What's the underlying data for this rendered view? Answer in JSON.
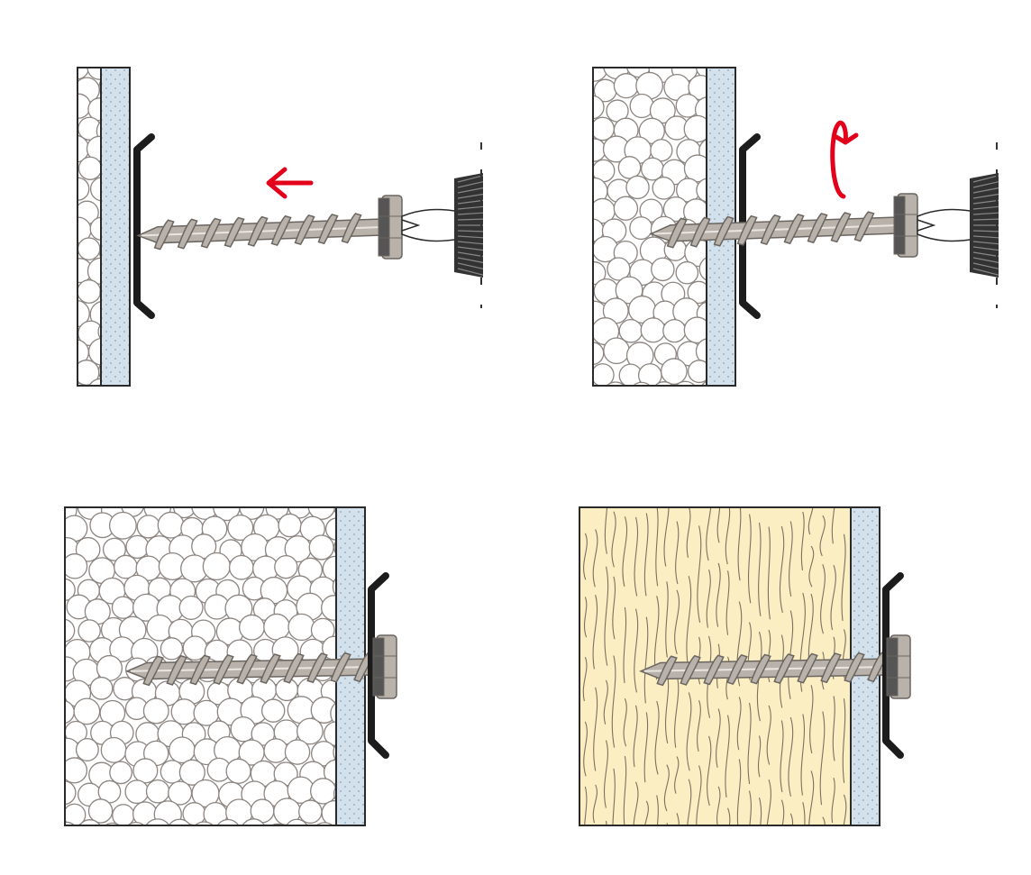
{
  "figure": {
    "panels": [
      {
        "id": "step-1",
        "substrate": "insulation",
        "fill": "#ffffff",
        "pattern": "circles",
        "motion": "push-left"
      },
      {
        "id": "step-2",
        "substrate": "insulation",
        "fill": "#ffffff",
        "pattern": "circles",
        "motion": "rotate"
      },
      {
        "id": "step-3",
        "substrate": "insulation",
        "fill": "#ffffff",
        "pattern": "circles",
        "motion": "none"
      },
      {
        "id": "step-4",
        "substrate": "wood",
        "fill": "#fbeec3",
        "pattern": "grain",
        "motion": "none"
      }
    ],
    "colors": {
      "outline": "#2a2a2a",
      "board": "#d3e1ec",
      "board_dots": "#8ea4b4",
      "screw": "#b9b2aa",
      "screw_dark": "#6a6560",
      "washer": "#1c1c1c",
      "cap": "#555555",
      "arrow": "#e3001b",
      "circle_stroke": "#8c8580",
      "grain_stroke": "#7c7060"
    }
  }
}
